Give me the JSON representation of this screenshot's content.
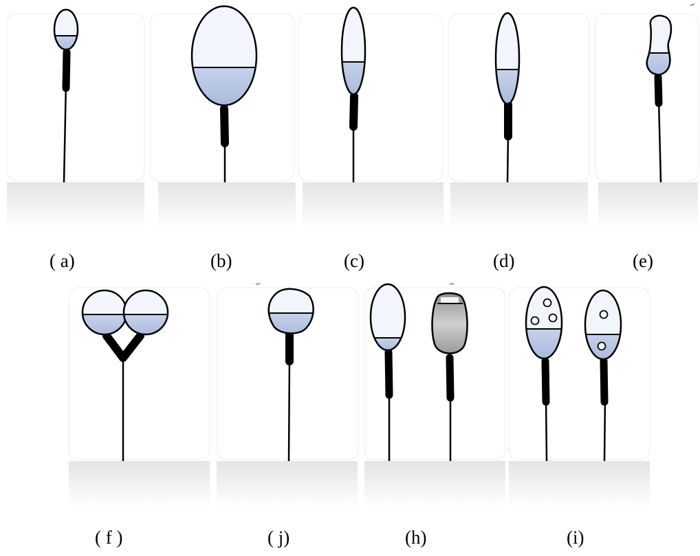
{
  "figure": {
    "captions": {
      "a": "( a)",
      "b": "(b)",
      "c": "(c)",
      "d": "(d)",
      "e": "(e)",
      "f": "( f )",
      "j": "( j)",
      "h": "(h)",
      "i": "(i)"
    },
    "colors": {
      "head_light": "#f2f6fc",
      "acrosome_blue": "#b4c2e0",
      "head_gray": "#a8a8a8",
      "outline": "#000000",
      "panel_border": "#e6e6e6",
      "reflection": "#f2f2f2"
    }
  }
}
